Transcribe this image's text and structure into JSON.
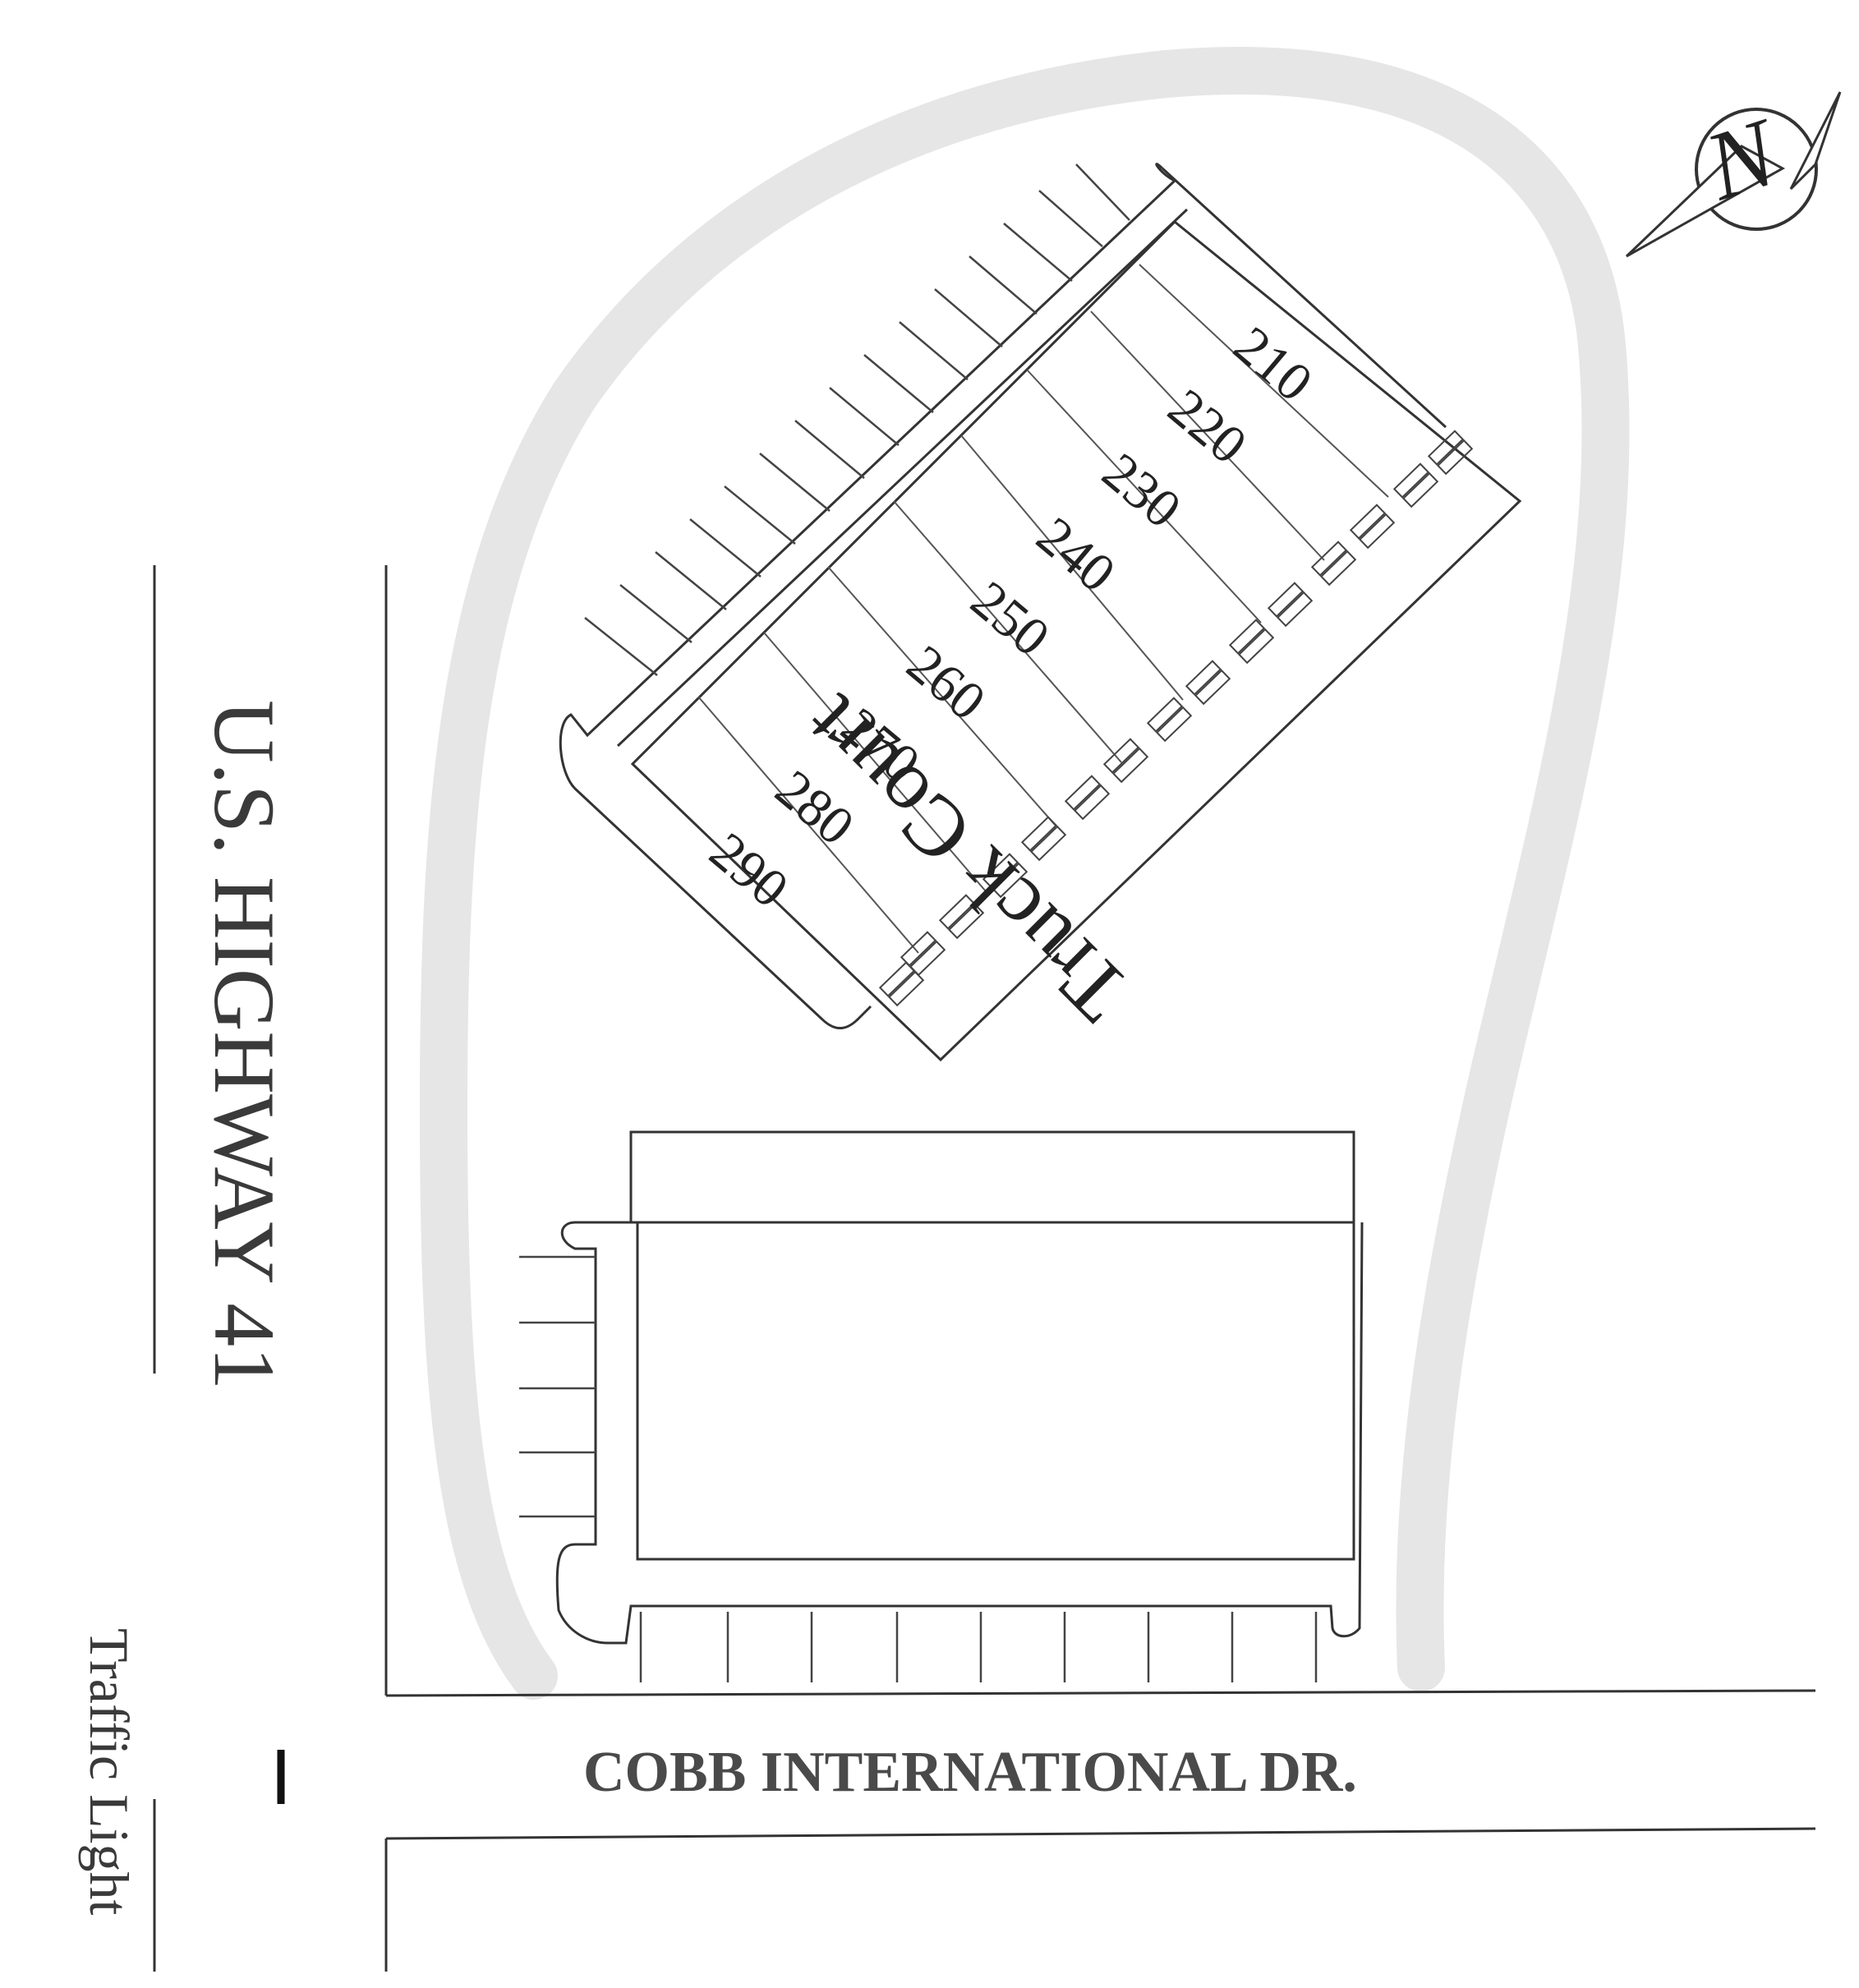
{
  "roads": {
    "highway_label": "U.S. HIGHWAY 41",
    "cross_street_label": "COBB INTERNATIONAL DR.",
    "traffic_light_label": "Traffic Light",
    "truck_court_label": "Truck Court"
  },
  "building": {
    "suites": [
      "210",
      "220",
      "230",
      "240",
      "250",
      "260",
      "270",
      "280",
      "290"
    ]
  },
  "compass": {
    "north_label": "N",
    "icon": "north-arrow-icon"
  },
  "colors": {
    "line": "#333333",
    "landscape_band": "#e6e6e6",
    "street_text": "#4a4a4a"
  }
}
